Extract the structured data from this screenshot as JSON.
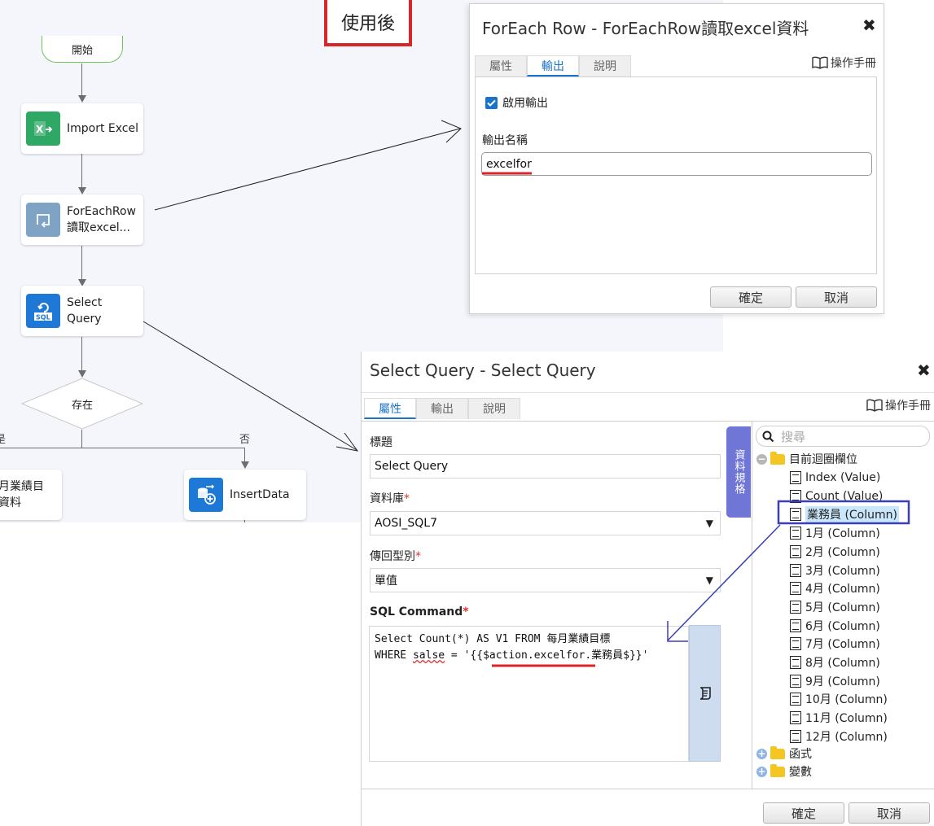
{
  "flow": {
    "start_label": "開始",
    "nodes": [
      {
        "label": "Import Excel"
      },
      {
        "label": "ForEachRow\n讀取excel..."
      },
      {
        "label": "Select\nQuery"
      },
      {
        "label": "存在"
      },
      {
        "label": "月業績目\n資料"
      },
      {
        "label": "InsertData"
      }
    ],
    "yes_label": "是",
    "no_label": "否"
  },
  "banner": {
    "text": "使用後"
  },
  "dialog_foreach": {
    "title": "ForEach Row - ForEachRow讀取excel資料",
    "tabs": [
      "屬性",
      "輸出",
      "說明"
    ],
    "active_tab": 1,
    "manual_label": "操作手冊",
    "enable_output_label": "啟用輸出",
    "output_name_label": "輸出名稱",
    "output_name_value": "excelfor",
    "ok_label": "確定",
    "cancel_label": "取消"
  },
  "dialog_query": {
    "title": "Select Query - Select Query",
    "tabs": [
      "屬性",
      "輸出",
      "說明"
    ],
    "active_tab": 0,
    "manual_label": "操作手冊",
    "title_label": "標題",
    "title_value": "Select Query",
    "database_label": "資料庫",
    "database_value": "AOSI_SQL7",
    "return_type_label": "傳回型別",
    "return_type_value": "單值",
    "sql_label": "SQL Command",
    "required_mark": "*",
    "sql_line1": "Select Count(*) AS V1 FROM 每月業績目標",
    "sql_line2_a": "WHERE ",
    "sql_line2_b": "salse",
    "sql_line2_c": " = '{{",
    "sql_line2_d": "$action.excelfor",
    "sql_line2_e": ".業務員$}}'",
    "schema_tab_label": "資料規格",
    "search_placeholder": "搜尋",
    "tree": {
      "loop_folder": "目前迴圈欄位",
      "columns": [
        "Index (Value)",
        "Count (Value)",
        "業務員 (Column)",
        "1月 (Column)",
        "2月 (Column)",
        "3月 (Column)",
        "4月 (Column)",
        "5月 (Column)",
        "6月 (Column)",
        "7月 (Column)",
        "8月 (Column)",
        "9月 (Column)",
        "10月 (Column)",
        "11月 (Column)",
        "12月 (Column)"
      ],
      "highlighted_index": 2,
      "function_folder": "函式",
      "variable_folder": "變數"
    },
    "ok_label": "確定",
    "cancel_label": "取消"
  },
  "colors": {
    "accent": "#1a73c8",
    "annotation_red": "#d9242a",
    "annotation_blue": "#3a3fb8",
    "schema_tab": "#6f76d6"
  }
}
